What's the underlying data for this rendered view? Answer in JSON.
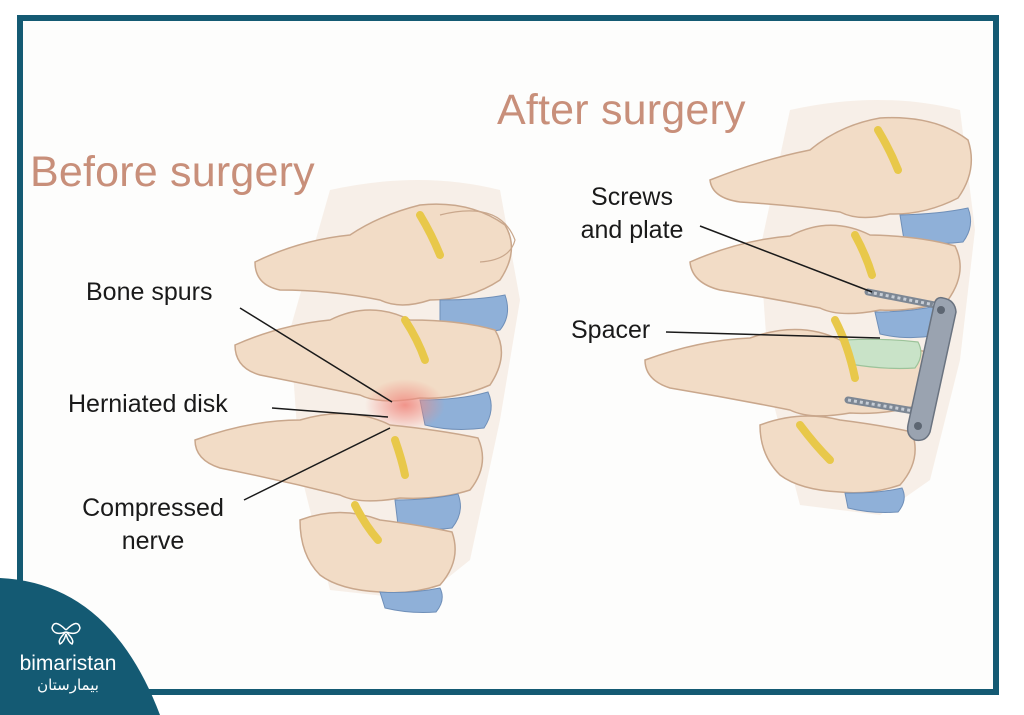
{
  "headings": {
    "before": "Before surgery",
    "after": "After surgery"
  },
  "labels": {
    "bone_spurs": "Bone spurs",
    "herniated_disk": "Herniated disk",
    "compressed_nerve_1": "Compressed",
    "compressed_nerve_2": "nerve",
    "screws_plate_1": "Screws",
    "screws_plate_2": "and plate",
    "spacer": "Spacer"
  },
  "logo": {
    "name": "bimaristan",
    "arabic": "بيمارستان",
    "icon": "butterfly-icon"
  },
  "colors": {
    "frame": "#145a73",
    "heading": "#c88f7a",
    "bone": "#f2dcc6",
    "disc": "#8fb0d8",
    "nerve": "#e8c84a",
    "inflammation": "#f08a80",
    "spacer": "#c9e3c8",
    "plate": "#9aa3b0"
  }
}
